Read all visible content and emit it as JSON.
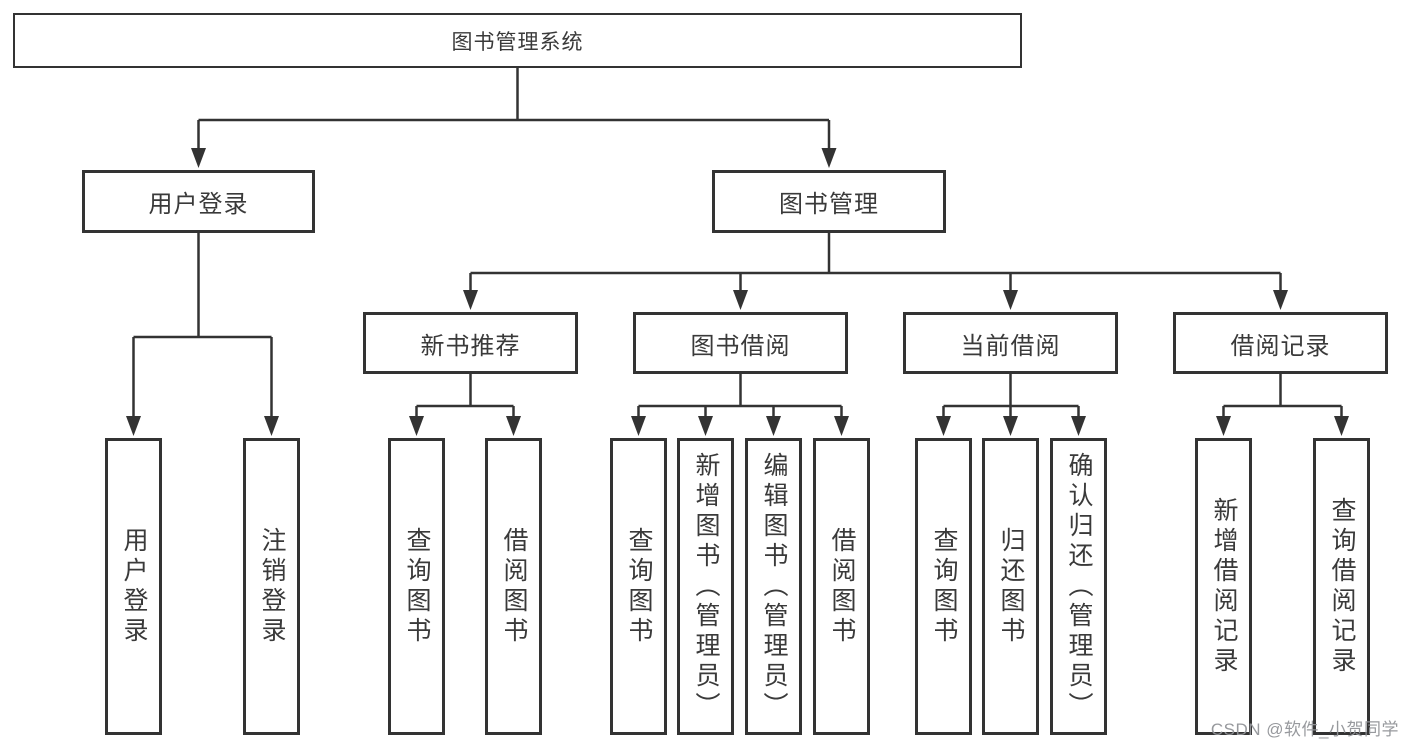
{
  "diagram": {
    "title_node": {
      "label": "图书管理系统"
    },
    "level2": [
      {
        "id": "user-login",
        "label": "用户登录",
        "parent": "图书管理系统"
      },
      {
        "id": "book-management",
        "label": "图书管理",
        "parent": "图书管理系统"
      }
    ],
    "level3": [
      {
        "id": "new-book-recommend",
        "label": "新书推荐",
        "parent": "图书管理"
      },
      {
        "id": "book-borrowing",
        "label": "图书借阅",
        "parent": "图书管理"
      },
      {
        "id": "current-borrowing",
        "label": "当前借阅",
        "parent": "图书管理"
      },
      {
        "id": "borrowing-records",
        "label": "借阅记录",
        "parent": "图书管理"
      }
    ],
    "level4": [
      {
        "id": "user-login-leaf",
        "label": "用户登录",
        "parent": "用户登录"
      },
      {
        "id": "logout-leaf",
        "label": "注销登录",
        "parent": "用户登录"
      },
      {
        "id": "query-books-1",
        "label": "查询图书",
        "parent": "新书推荐"
      },
      {
        "id": "borrow-books-1",
        "label": "借阅图书",
        "parent": "新书推荐"
      },
      {
        "id": "query-books-2",
        "label": "查询图书",
        "parent": "图书借阅"
      },
      {
        "id": "add-books-admin",
        "label": "新增图书（管理员）",
        "parent": "图书借阅"
      },
      {
        "id": "edit-books-admin",
        "label": "编辑图书（管理员）",
        "parent": "图书借阅"
      },
      {
        "id": "borrow-books-2",
        "label": "借阅图书",
        "parent": "图书借阅"
      },
      {
        "id": "query-books-3",
        "label": "查询图书",
        "parent": "当前借阅"
      },
      {
        "id": "return-books",
        "label": "归还图书",
        "parent": "当前借阅"
      },
      {
        "id": "confirm-return-admin",
        "label": "确认归还（管理员）",
        "parent": "当前借阅"
      },
      {
        "id": "add-borrow-record",
        "label": "新增借阅记录",
        "parent": "借阅记录"
      },
      {
        "id": "query-borrow-record",
        "label": "查询借阅记录",
        "parent": "借阅记录"
      }
    ]
  },
  "watermark": {
    "text": "CSDN @软件_小贺同学"
  },
  "colors": {
    "line": "#333333",
    "box_border": "#333333",
    "text": "#3a3a3a",
    "background": "#ffffff",
    "watermark": "#919498"
  }
}
